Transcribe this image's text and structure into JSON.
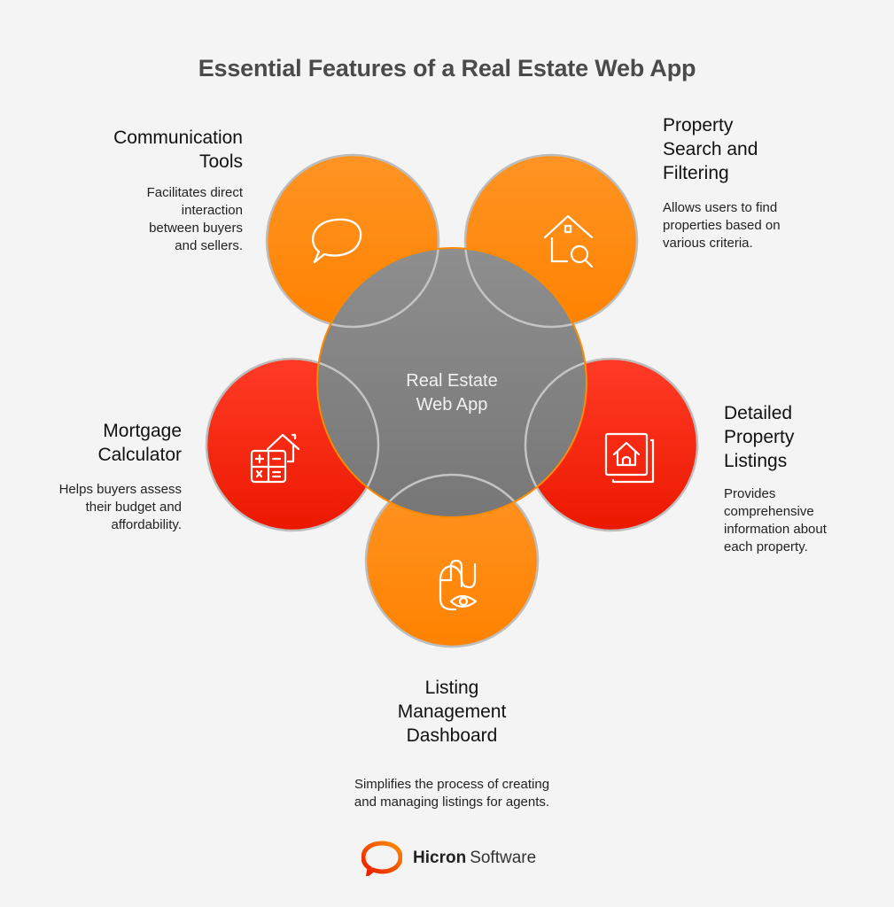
{
  "title": "Essential Features of a Real Estate Web App",
  "center": {
    "label": "Real Estate\nWeb App",
    "fill_top": "#8e8e8e",
    "fill_bottom": "#777777",
    "rim": "#ff8a00"
  },
  "colors": {
    "background": "#f4f4f4",
    "orange_top": "#ff9424",
    "orange_bottom": "#ff8200",
    "red_top": "#ff3b26",
    "red_bottom": "#ec1800",
    "circle_stroke": "#bdbdbd",
    "title": "#4a4a4a"
  },
  "features": [
    {
      "id": "communication-tools",
      "heading": "Communication\nTools",
      "description": "Facilitates direct\ninteraction\nbetween buyers\nand sellers.",
      "icon": "speech-bubble-icon",
      "color": "orange"
    },
    {
      "id": "property-search",
      "heading": "Property\nSearch and\nFiltering",
      "description": "Allows users to find\nproperties based on\nvarious criteria.",
      "icon": "house-search-icon",
      "color": "orange"
    },
    {
      "id": "mortgage-calculator",
      "heading": "Mortgage\nCalculator",
      "description": "Helps buyers assess\ntheir budget and\naffordability.",
      "icon": "calculator-house-icon",
      "color": "red"
    },
    {
      "id": "detailed-listings",
      "heading": "Detailed\nProperty\nListings",
      "description": "Provides\ncomprehensive\ninformation about\neach property.",
      "icon": "house-listing-icon",
      "color": "red"
    },
    {
      "id": "listing-dashboard",
      "heading": "Listing\nManagement\nDashboard",
      "description": "Simplifies the process of creating\nand managing listings for agents.",
      "icon": "mouse-eye-icon",
      "color": "orange"
    }
  ],
  "logo": {
    "bold": "Hicron",
    "light": "Software",
    "icon": "speech-ring-logo-icon"
  }
}
